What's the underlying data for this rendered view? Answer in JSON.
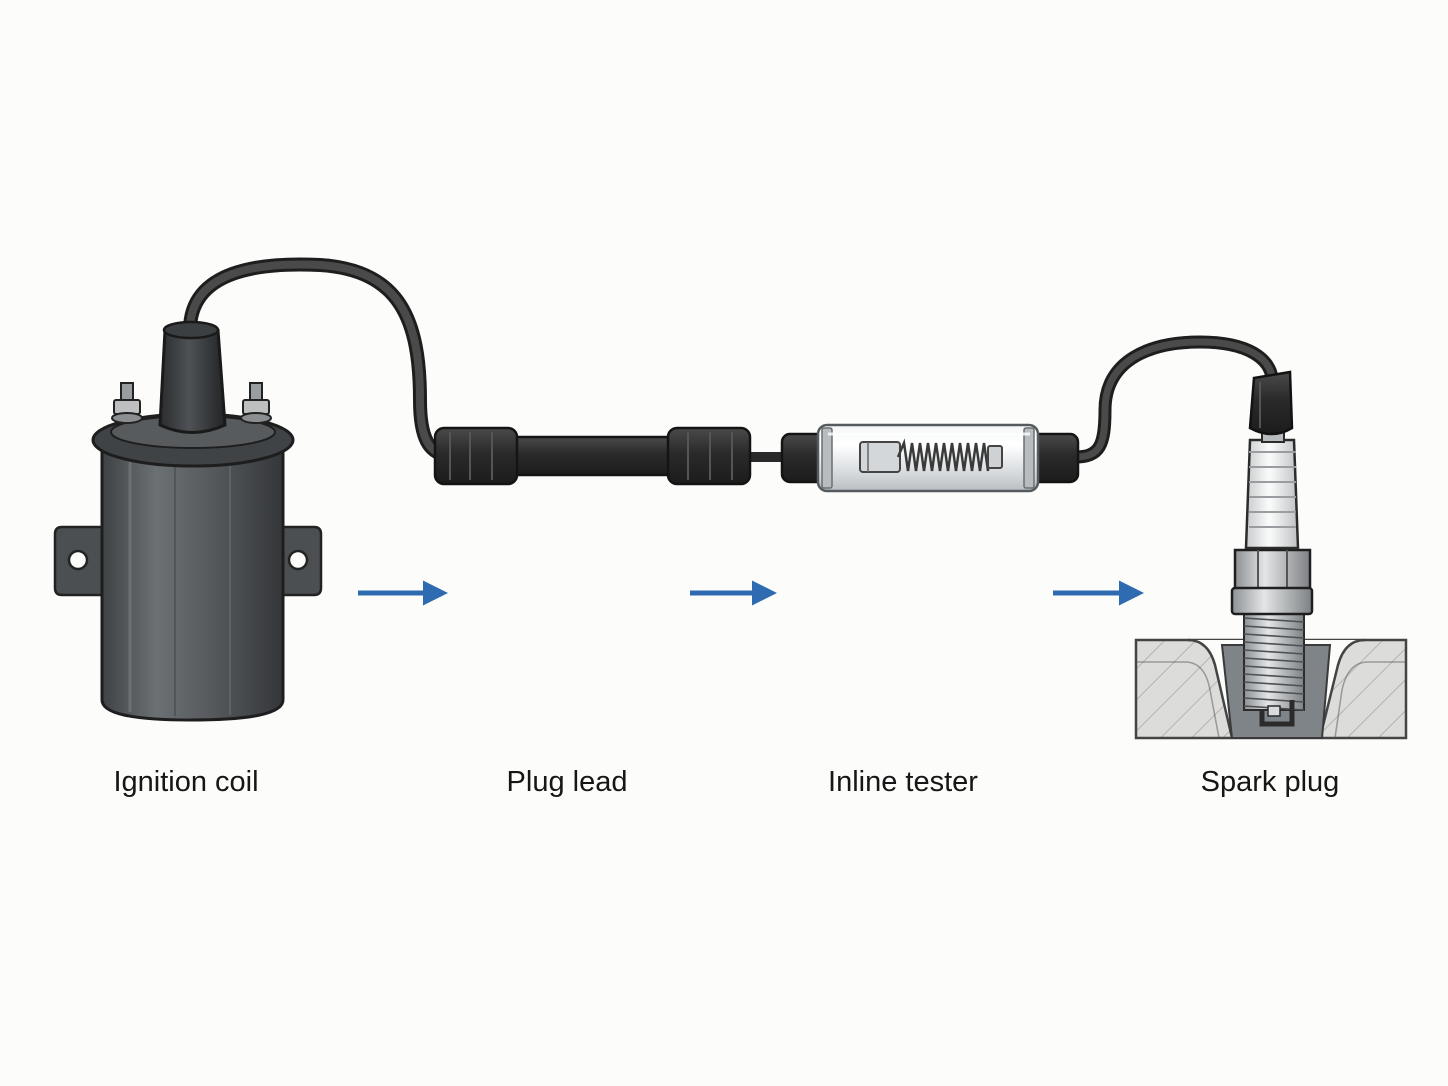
{
  "colors": {
    "background": "#fcfcfa",
    "arrow": "#2f6bb0",
    "cable": "#3a3a3a",
    "boot": "#2b2b2b",
    "coil_body": "#55595c",
    "metal": "#c9ccce",
    "ceramic": "#eceeee",
    "head": "#a8a8a8"
  },
  "labels": {
    "ignition_coil": "Ignition coil",
    "plug_lead": "Plug lead",
    "inline_tester": "Inline tester",
    "spark_plug": "Spark plug"
  },
  "icons": {
    "coil": "ignition-coil-icon",
    "lead": "plug-lead-icon",
    "tester": "inline-tester-icon",
    "plug": "spark-plug-icon",
    "arrow": "flow-arrow-icon"
  }
}
